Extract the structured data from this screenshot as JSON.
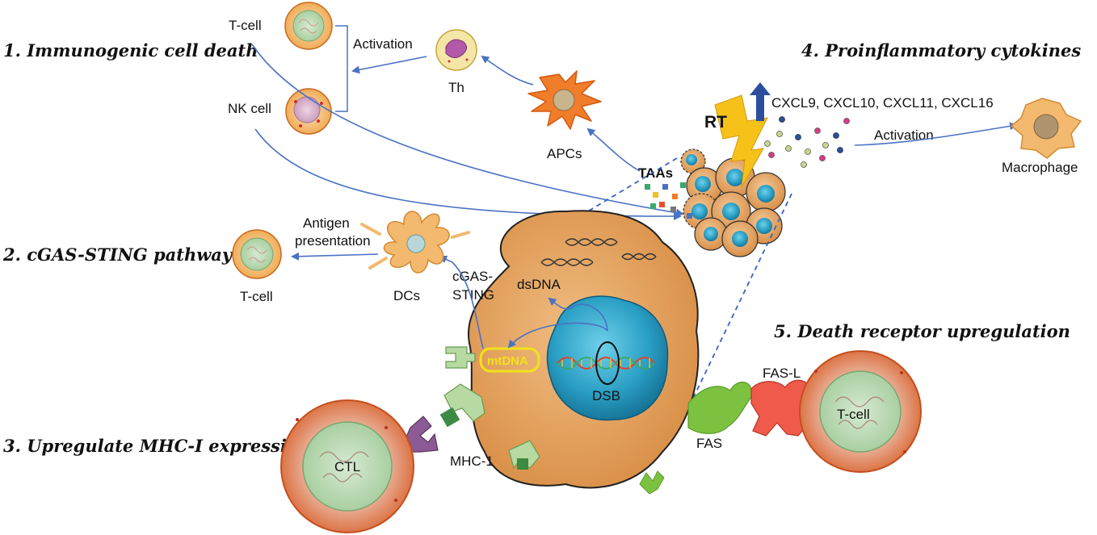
{
  "headings": {
    "immunogenic": "1. Immunogenic cell death",
    "cgas_pathway": "2. cGAS-STING pathway",
    "mhc": "3. Upregulate MHC-I expression",
    "cytokines": "4. Proinflammatory cytokines",
    "death_receptor": "5. Death receptor upregulation"
  },
  "labels": {
    "tcell_top": "T-cell",
    "nk_cell": "NK cell",
    "activation_left": "Activation",
    "th": "Th",
    "apcs": "APCs",
    "taas": "TAAs",
    "rt": "RT",
    "cytokine_list": "CXCL9, CXCL10, CXCL11, CXCL16",
    "activation_right": "Activation",
    "macrophage": "Macrophage",
    "antigen_line1": "Antigen",
    "antigen_line2": "presentation",
    "tcell_mid": "T-cell",
    "dcs": "DCs",
    "cgas_line1": "cGAS-",
    "cgas_line2": "STING",
    "dsdna": "dsDNA",
    "mtdna": "mtDNA",
    "dsb": "DSB",
    "ctl": "CTL",
    "mhc1": "MHC-1",
    "fas": "FAS",
    "fas_l": "FAS-L",
    "tcell_bottom": "T-cell"
  },
  "colors": {
    "arrow": "#4a72c4",
    "tumor_cell": "#e4a462",
    "nucleus": "#2a9fc4",
    "mtdna_box": "#f2e21a",
    "mhc_receptor": "#86bf6a",
    "fas_receptor": "#7cc240",
    "fasl_ligand": "#ef5a4a",
    "cell_rim": "#d9632e",
    "lightning": "#f6c21a"
  }
}
